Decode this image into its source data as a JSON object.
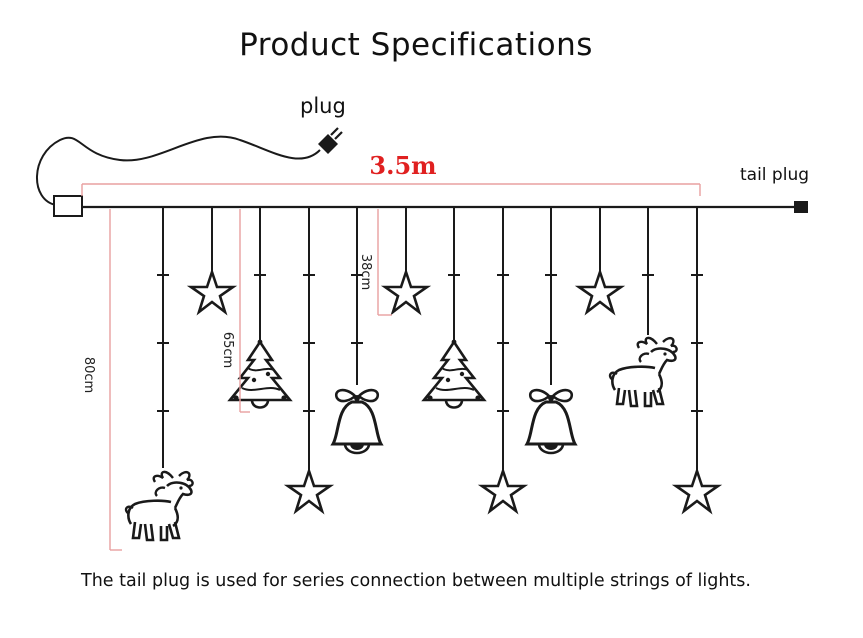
{
  "title": "Product Specifications",
  "labels": {
    "plug": "plug",
    "tail_plug": "tail plug",
    "length": "3.5m",
    "drop_80": "80cm",
    "drop_65": "65cm",
    "drop_38": "38cm"
  },
  "footnote": "The tail plug is used for series connection between multiple strings of lights.",
  "colors": {
    "line": "#1a1a1a",
    "dimension": "#e02020"
  },
  "pendants": [
    "reindeer",
    "star",
    "christmas-tree",
    "star",
    "bell",
    "star",
    "christmas-tree",
    "star",
    "bell",
    "star",
    "reindeer",
    "star"
  ]
}
